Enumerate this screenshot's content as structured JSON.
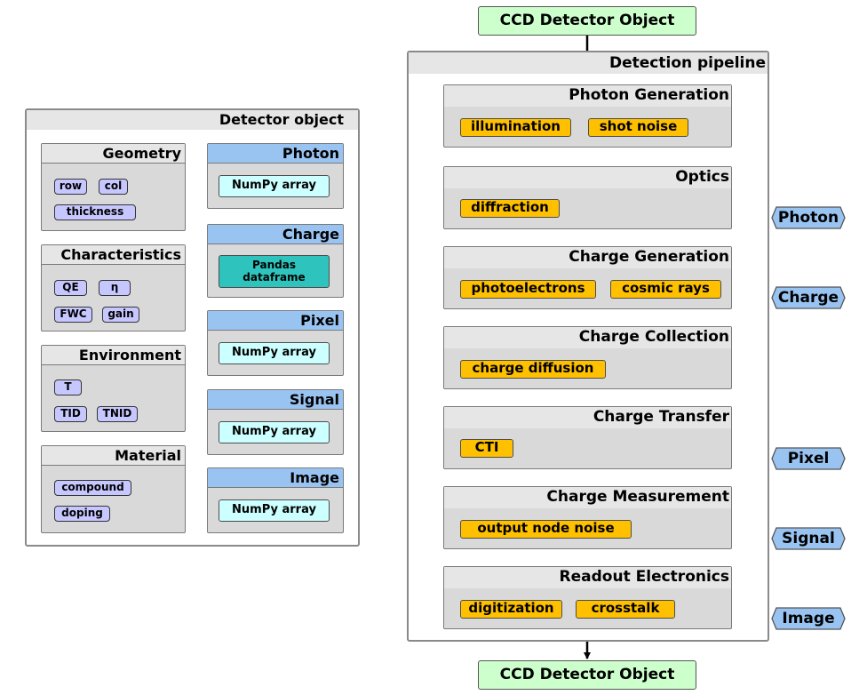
{
  "detector": {
    "title": "Detector object",
    "geometry": {
      "title": "Geometry",
      "attrs": [
        "row",
        "col",
        "thickness"
      ]
    },
    "characteristics": {
      "title": "Characteristics",
      "attrs": [
        "QE",
        "η",
        "FWC",
        "gain"
      ]
    },
    "environment": {
      "title": "Environment",
      "attrs": [
        "T",
        "TID",
        "TNID"
      ]
    },
    "material": {
      "title": "Material",
      "attrs": [
        "compound",
        "doping"
      ]
    },
    "photon": {
      "title": "Photon",
      "content": "NumPy array"
    },
    "charge": {
      "title": "Charge",
      "content": "Pandas dataframe"
    },
    "pixel": {
      "title": "Pixel",
      "content": "NumPy array"
    },
    "signal": {
      "title": "Signal",
      "content": "NumPy array"
    },
    "image": {
      "title": "Image",
      "content": "NumPy array"
    }
  },
  "ccd_top": "CCD Detector Object",
  "ccd_bottom": "CCD Detector Object",
  "pipeline": {
    "title": "Detection pipeline",
    "stages": [
      {
        "title": "Photon Generation",
        "models": [
          "illumination",
          "shot noise"
        ]
      },
      {
        "title": "Optics",
        "models": [
          "diffraction"
        ]
      },
      {
        "title": "Charge Generation",
        "models": [
          "photoelectrons",
          "cosmic rays"
        ]
      },
      {
        "title": "Charge Collection",
        "models": [
          "charge diffusion"
        ]
      },
      {
        "title": "Charge Transfer",
        "models": [
          "CTI"
        ]
      },
      {
        "title": "Charge Measurement",
        "models": [
          "output node noise"
        ]
      },
      {
        "title": "Readout Electronics",
        "models": [
          "digitization",
          "crosstalk"
        ]
      }
    ]
  },
  "side_labels": [
    "Photon",
    "Charge",
    "Pixel",
    "Signal",
    "Image"
  ],
  "colors": {
    "ccd": "#ccffcc",
    "model": "#ffc000",
    "attr": "#c7c7ff",
    "array": "#ccffff",
    "dataframe": "#2ec4bd",
    "data_header": "#99c4f2",
    "hex": "#99c4f2"
  }
}
